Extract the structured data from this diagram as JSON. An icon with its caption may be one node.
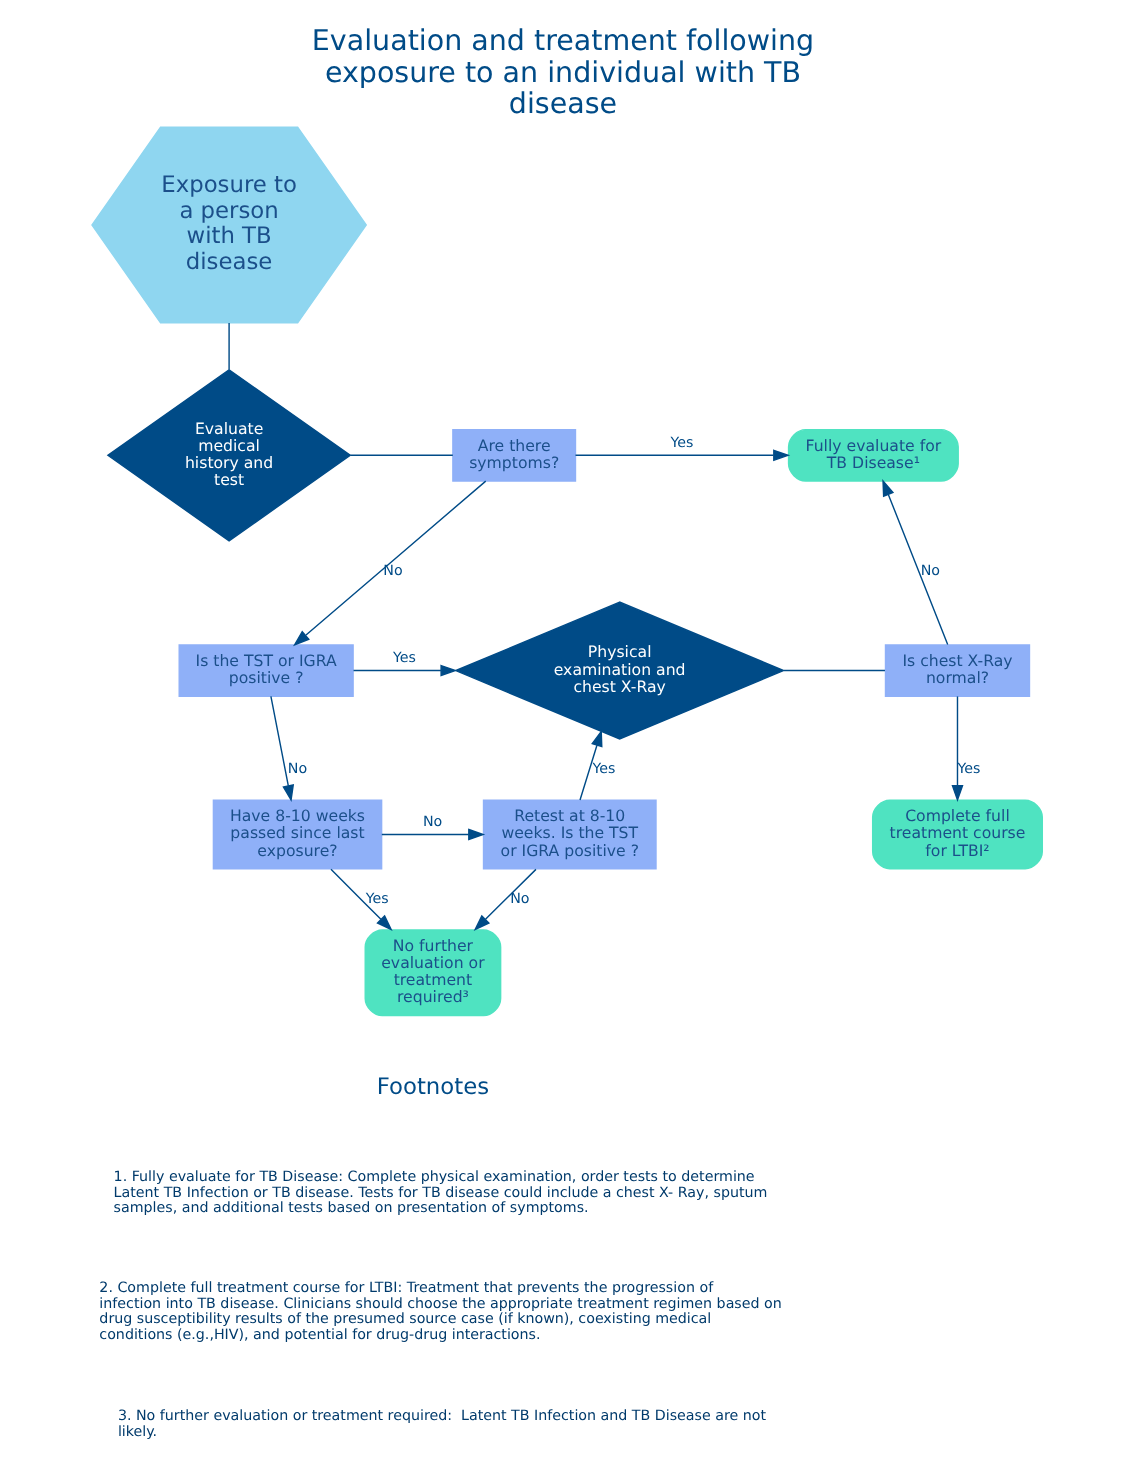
{
  "diagram": {
    "title": "Evaluation and treatment following exposure to an individual with TB disease",
    "nodes": [
      {
        "text": [
          "Exposure to a person with TB disease"
        ]
      },
      {
        "text": [
          "Evaluate medical history and test"
        ]
      },
      {
        "text": [
          "Are there symptoms?"
        ]
      },
      {
        "text": [
          "Fully evaluate for TB Disease¹"
        ]
      },
      {
        "text": [
          "Is the TST or IGRA positive ?"
        ]
      },
      {
        "text": [
          "Physical examination and chest X-Ray"
        ]
      },
      {
        "text": [
          "Is chest X-Ray normal?"
        ]
      },
      {
        "text": [
          "Complete full treatment course for LTBI²"
        ]
      },
      {
        "text": [
          "Have 8-10 weeks passed since last exposure?"
        ]
      },
      {
        "text": [
          "Retest at 8-10 weeks. Is the TST or IGRA positive ?"
        ]
      },
      {
        "text": [
          "No further evaluation or treatment required³"
        ]
      }
    ],
    "edges": [
      {
        "from": 0,
        "to": 1,
        "arrow": "none"
      },
      {
        "from": 1,
        "to": 2,
        "arrow": "none"
      },
      {
        "from": 2,
        "to": 3,
        "arrow": "to",
        "label": "Yes"
      },
      {
        "from": 2,
        "to": 4,
        "arrow": "to",
        "label": "No"
      },
      {
        "from": 4,
        "to": 5,
        "arrow": "to",
        "label": "Yes"
      },
      {
        "from": 4,
        "to": 8,
        "arrow": "to",
        "label": "No"
      },
      {
        "from": 5,
        "to": 6,
        "arrow": "none"
      },
      {
        "from": 6,
        "to": 3,
        "arrow": "to",
        "label": "No"
      },
      {
        "from": 6,
        "to": 7,
        "arrow": "to",
        "label": "Yes"
      },
      {
        "from": 8,
        "to": 9,
        "arrow": "to",
        "label": "No"
      },
      {
        "from": 8,
        "to": 10,
        "arrow": "to",
        "label": "Yes"
      },
      {
        "from": 9,
        "to": 5,
        "arrow": "to",
        "label": "Yes"
      },
      {
        "from": 9,
        "to": 10,
        "arrow": "to",
        "label": "No"
      }
    ],
    "labels": [
      "Footnotes",
      "1. Fully evaluate for TB Disease: Complete physical examination, order tests to determine Latent TB Infection or TB disease. Tests for TB disease could include a chest X- Ray, sputum samples, and additional tests based on presentation of symptoms.",
      "2. Complete full treatment course for LTBI: Treatment that prevents the progression of infection into TB disease. Clinicians should choose the appropriate treatment regimen based on drug susceptibility results of the presumed source case (if known), coexisting medical conditions (e.g.,HIV), and potential for drug-drug interactions.",
      "3. No further evaluation or treatment required:  Latent TB Infection and TB Disease are not likely."
    ]
  }
}
